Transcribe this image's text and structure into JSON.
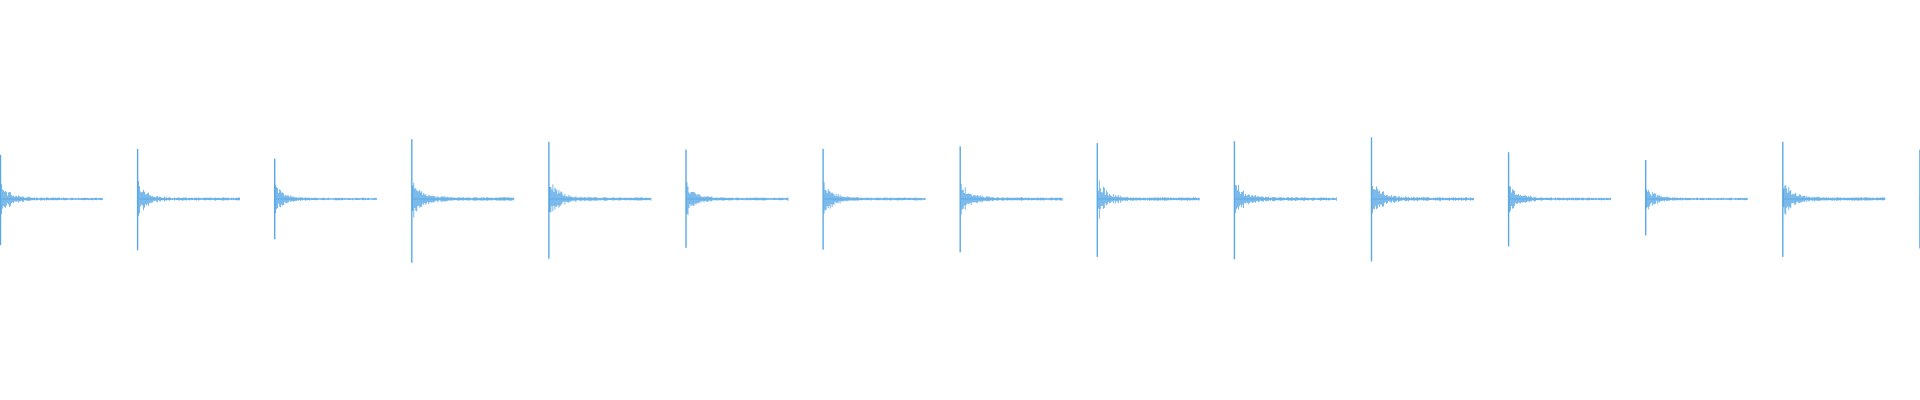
{
  "waveform": {
    "color": "#5aa9e6",
    "background": "#ffffff",
    "hit_count": 15,
    "hits": [
      {
        "peak_up": 0.68,
        "peak_down": 0.71
      },
      {
        "peak_up": 0.77,
        "peak_down": 0.79
      },
      {
        "peak_up": 0.62,
        "peak_down": 0.62
      },
      {
        "peak_up": 0.92,
        "peak_down": 0.98
      },
      {
        "peak_up": 0.88,
        "peak_down": 0.92
      },
      {
        "peak_up": 0.76,
        "peak_down": 0.75
      },
      {
        "peak_up": 0.77,
        "peak_down": 0.78
      },
      {
        "peak_up": 0.81,
        "peak_down": 0.82
      },
      {
        "peak_up": 0.86,
        "peak_down": 0.89
      },
      {
        "peak_up": 0.89,
        "peak_down": 0.93
      },
      {
        "peak_up": 0.95,
        "peak_down": 0.96
      },
      {
        "peak_up": 0.72,
        "peak_down": 0.73
      },
      {
        "peak_up": 0.6,
        "peak_down": 0.56
      },
      {
        "peak_up": 0.88,
        "peak_down": 0.89
      },
      {
        "peak_up": 0.76,
        "peak_down": 0.76
      }
    ]
  }
}
